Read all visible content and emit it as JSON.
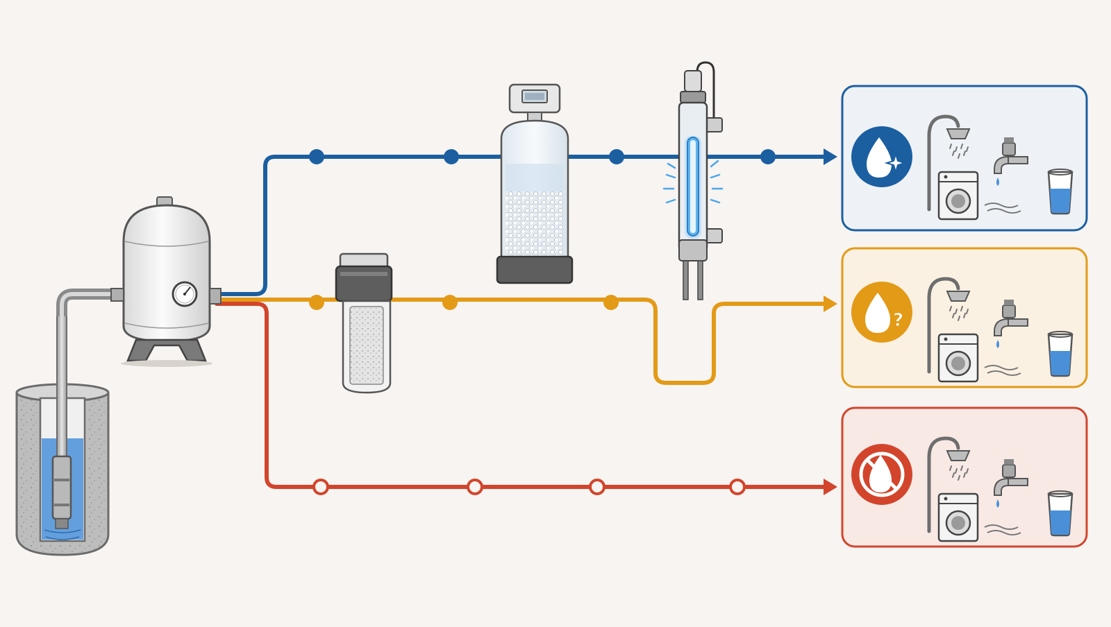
{
  "colors": {
    "background": "#f8f4f1",
    "treated": "#1b5fa1",
    "partial": "#e39a17",
    "untreated": "#d2452c",
    "treated_panel": "#eef2f7",
    "partial_panel": "#fbf1e3",
    "untreated_panel": "#f8e9e5",
    "equipment": "#8e8e8e",
    "water": "#4a90d9"
  },
  "equipment": [
    {
      "id": "well",
      "icon": "submersible-well-pump-icon"
    },
    {
      "id": "pressure-tank",
      "icon": "pressure-tank-icon"
    },
    {
      "id": "sediment-filter",
      "icon": "sediment-filter-icon"
    },
    {
      "id": "water-softener",
      "icon": "water-softener-icon"
    },
    {
      "id": "uv-sterilizer",
      "icon": "uv-sterilizer-icon"
    }
  ],
  "lines": [
    {
      "id": "treated",
      "marker": "filled-dot",
      "status_icon": "water-drop-sparkle-icon"
    },
    {
      "id": "partial",
      "marker": "filled-dot",
      "status_icon": "water-drop-question-icon"
    },
    {
      "id": "untreated",
      "marker": "hollow-dot",
      "status_icon": "water-drop-prohibited-icon"
    }
  ],
  "fixtures": [
    "shower-icon",
    "washing-machine-icon",
    "faucet-icon",
    "drinking-glass-icon"
  ]
}
